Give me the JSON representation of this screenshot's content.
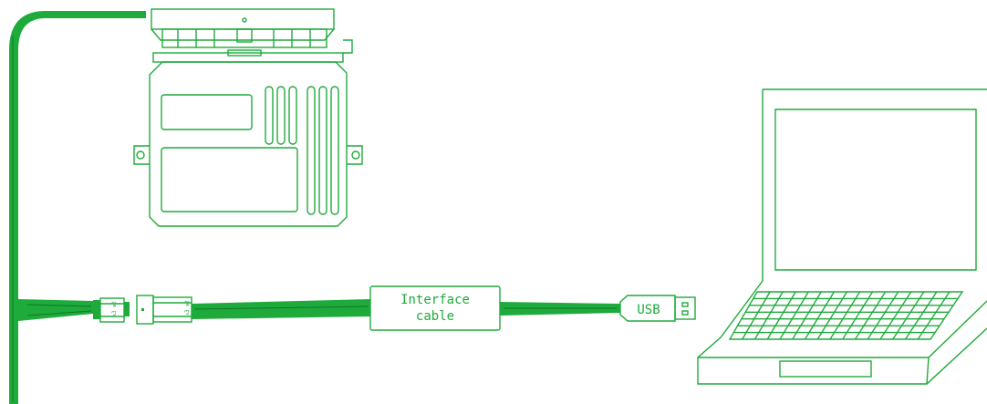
{
  "colors": {
    "line": "#1faa3c",
    "background": "#ffffff"
  },
  "labels": {
    "interface_line1": "Interface",
    "interface_line2": "cable",
    "usb": "USB",
    "connector_male": "ᴀ3 ᴃ2",
    "connector_female": "ᴀ3 ᴃ2"
  },
  "components": {
    "ecu": "control-unit",
    "laptop": "laptop-computer",
    "connector": "plug-connector",
    "usb_plug": "usb-plug"
  }
}
